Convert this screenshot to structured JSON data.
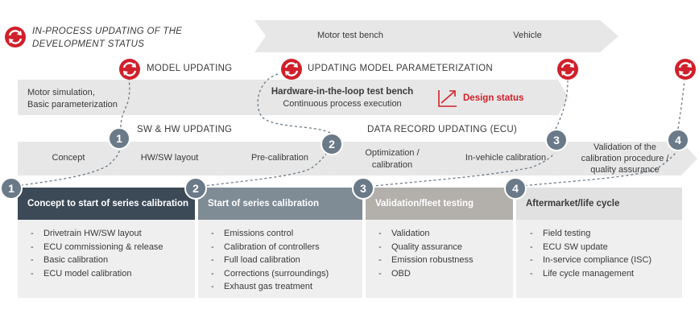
{
  "header": {
    "status_title": "IN-PROCESS UPDATING OF THE DEVELOPMENT STATUS"
  },
  "top_arrows": {
    "motor_test_bench": "Motor test bench",
    "vehicle": "Vehicle"
  },
  "model_row": {
    "model_updating": "MODEL UPDATING",
    "updating_param": "UPDATING MODEL PARAMETERIZATION",
    "motor_sim_line1": "Motor simulation,",
    "motor_sim_line2": "Basic parameterization",
    "hil_title": "Hardware-in-the-loop test bench",
    "hil_sub": "Continuous process execution",
    "design_status": "Design status"
  },
  "process_row": {
    "sw_hw_updating": "SW & HW UPDATING",
    "data_record_updating": "DATA RECORD UPDATING (ECU)",
    "steps": [
      "Concept",
      "HW/SW layout",
      "Pre-calibration",
      "Optimization /",
      "calibration",
      "In-vehicle calibration",
      "Validation of the",
      "calibration procedure /",
      "quality assurance"
    ]
  },
  "numbers": [
    "1",
    "2",
    "3",
    "4"
  ],
  "columns": [
    {
      "title": "Concept to start of series calibration",
      "items": [
        "Drivetrain HW/SW layout",
        "ECU commissioning & release",
        "Basic calibration",
        "ECU model calibration"
      ]
    },
    {
      "title": "Start of series calibration",
      "items": [
        "Emissions control",
        "Calibration of controllers",
        "Full load calibration",
        "Corrections (surroundings)",
        "Exhaust gas treatment"
      ]
    },
    {
      "title": "Validation/fleet testing",
      "items": [
        "Validation",
        "Quality assurance",
        "Emission robustness",
        "OBD"
      ]
    },
    {
      "title": "Aftermarket/life cycle",
      "items": [
        "Field testing",
        "ECU SW update",
        "In-service compliance (ISC)",
        "Life cycle management"
      ]
    }
  ],
  "colors": {
    "red": "#d0202b",
    "dark_header": "#3c4a57",
    "mid_header": "#7f8c96",
    "light_header": "#b3b0ac",
    "arrow_gray": "#e7e7e7",
    "circle_gray": "#6a7a88"
  }
}
